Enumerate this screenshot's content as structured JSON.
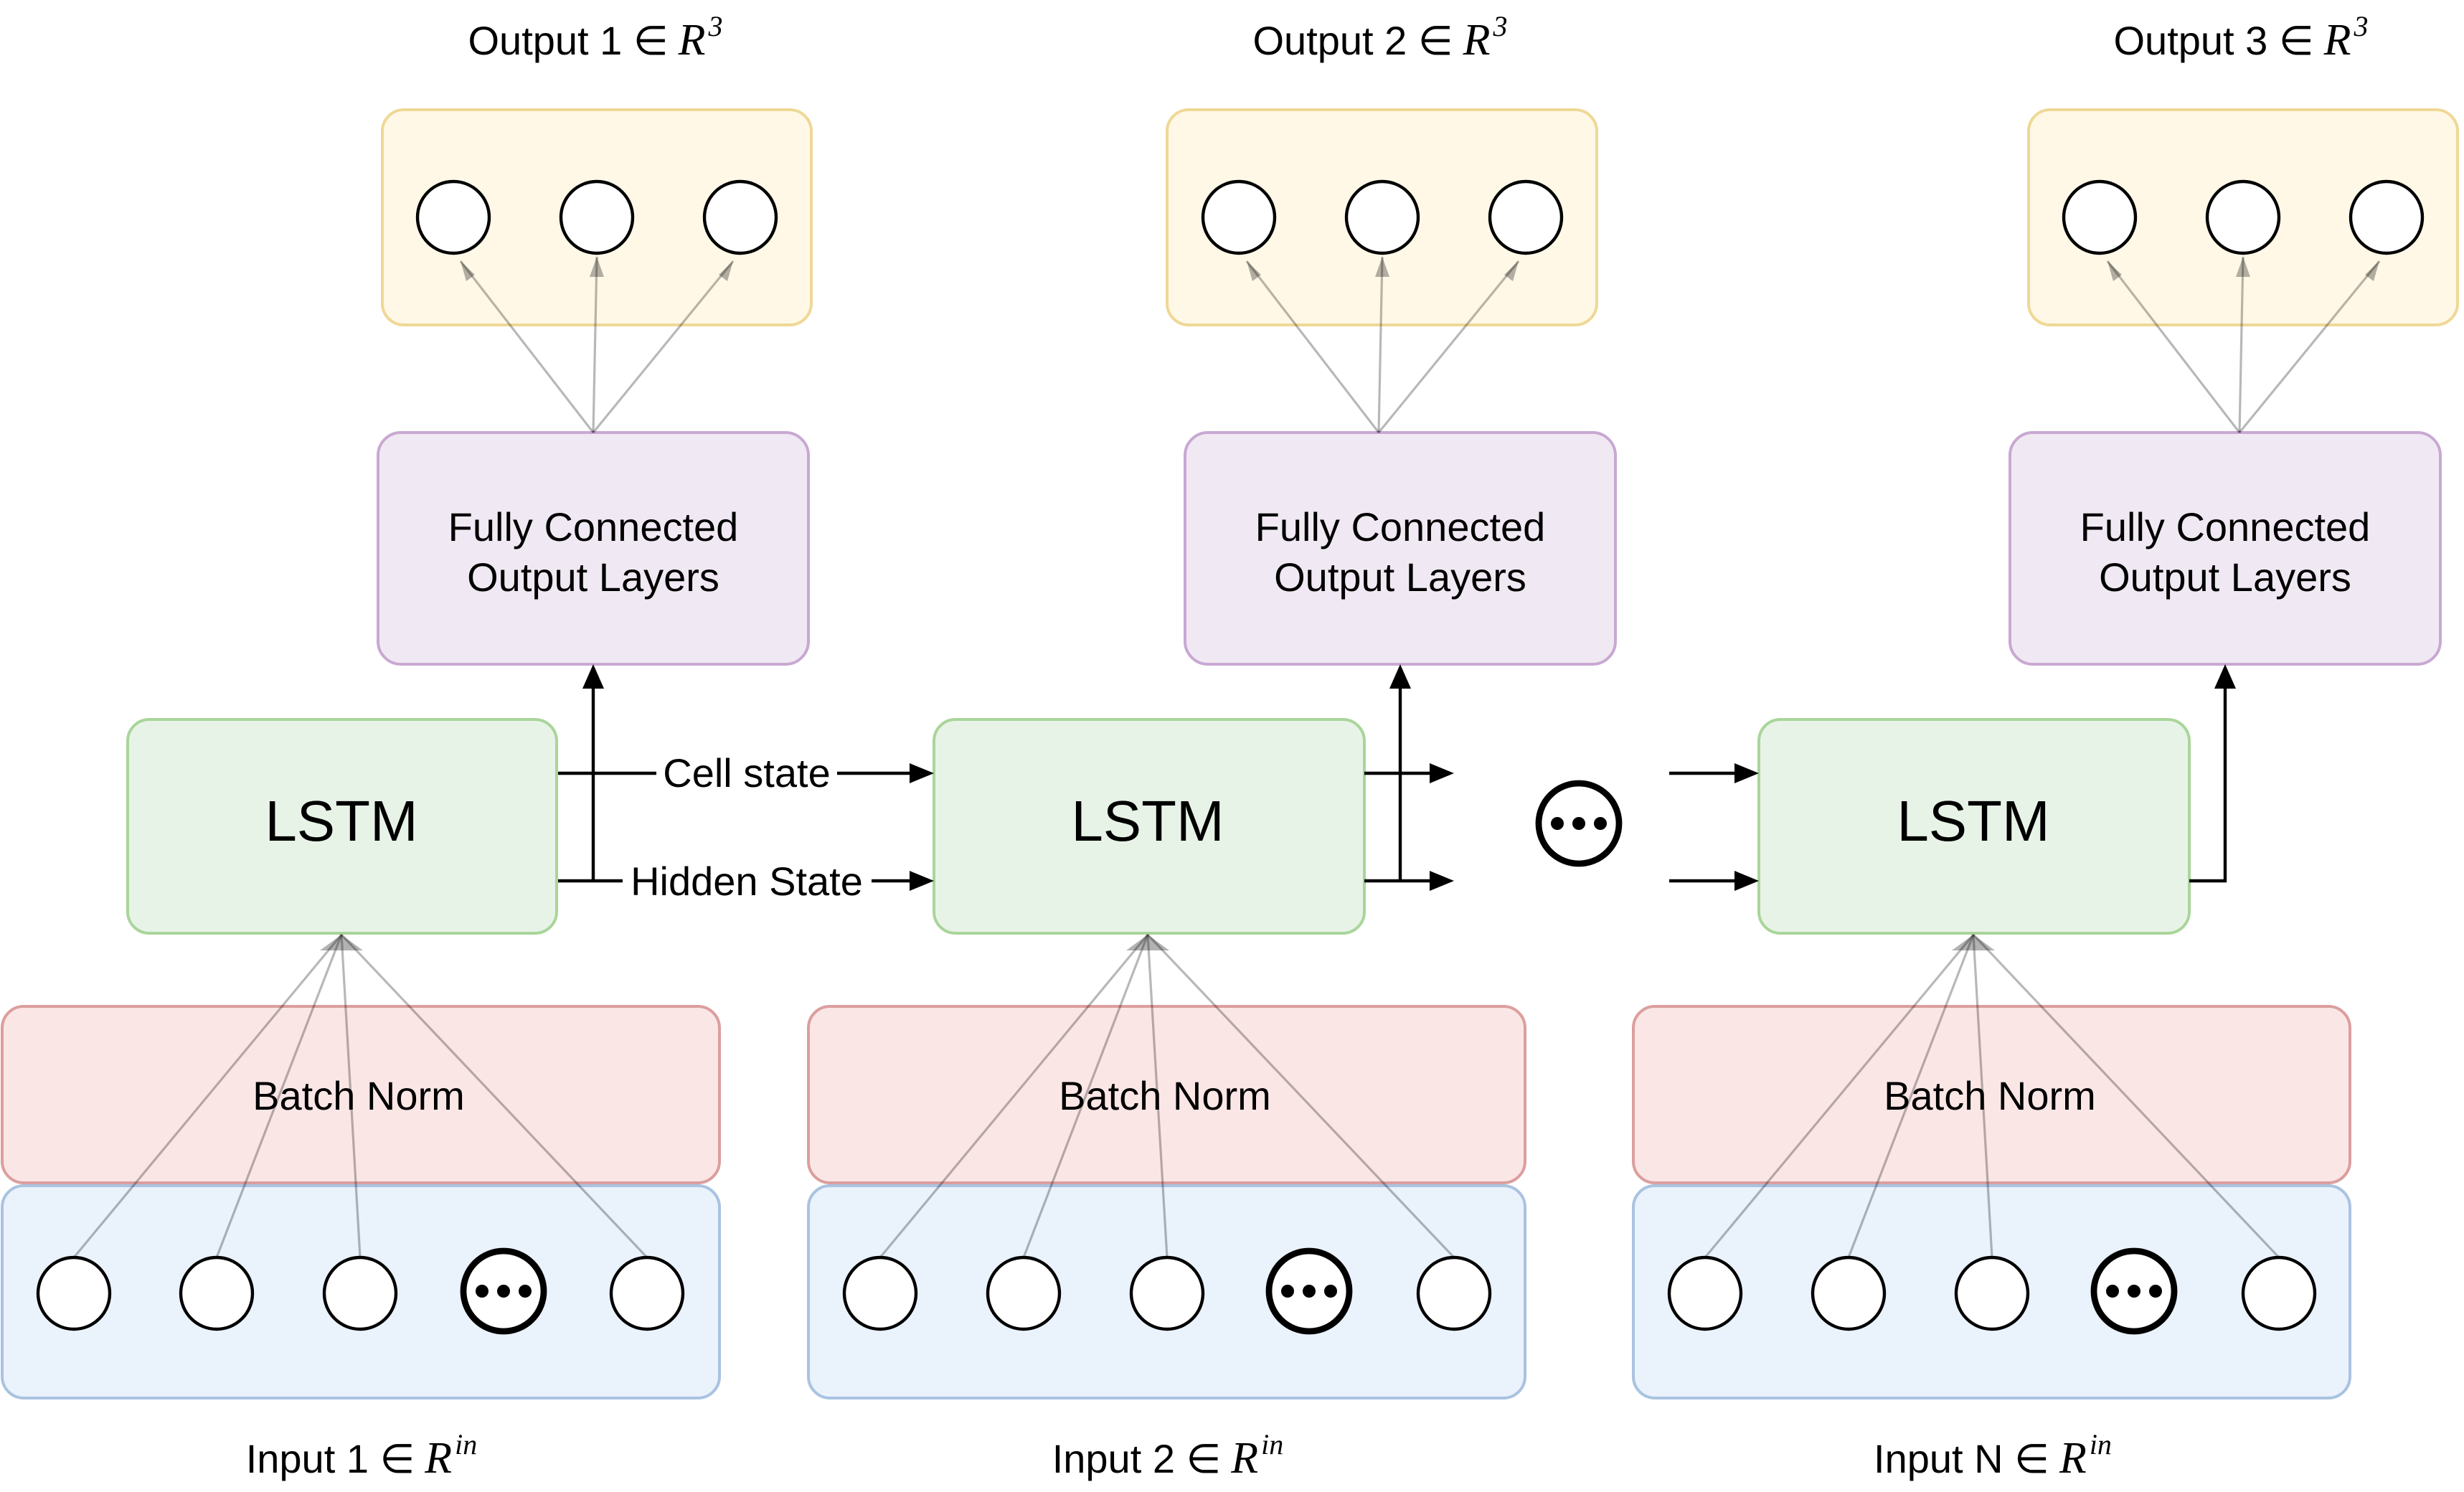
{
  "lstm_label": "LSTM",
  "fc_label_line1": "Fully Connected",
  "fc_label_line2": "Output Layers",
  "batch_norm_label": "Batch Norm",
  "cell_state_label": "Cell state",
  "hidden_state_label": "Hidden State",
  "columns": [
    {
      "output_label": "Output 1 ∈",
      "output_space": "R",
      "output_exp": "3",
      "input_label": "Input 1 ∈",
      "input_space": "R",
      "input_exp": "in"
    },
    {
      "output_label": "Output 2 ∈",
      "output_space": "R",
      "output_exp": "3",
      "input_label": "Input 2 ∈",
      "input_space": "R",
      "input_exp": "in"
    },
    {
      "output_label": "Output 3 ∈",
      "output_space": "R",
      "output_exp": "3",
      "input_label": "Input N ∈",
      "input_space": "R",
      "input_exp": "in"
    }
  ],
  "colors": {
    "output_fill": "#fff8e6",
    "output_stroke": "#efd896",
    "fc_fill": "#f0e9f3",
    "fc_stroke": "#c8a8d3",
    "lstm_fill": "#e8f3e8",
    "lstm_stroke": "#a9d59a",
    "bn_fill": "#fbe6e6",
    "bn_stroke": "#dc9e9e",
    "input_fill": "#eaf2fc",
    "input_stroke": "#a9c3e0"
  }
}
